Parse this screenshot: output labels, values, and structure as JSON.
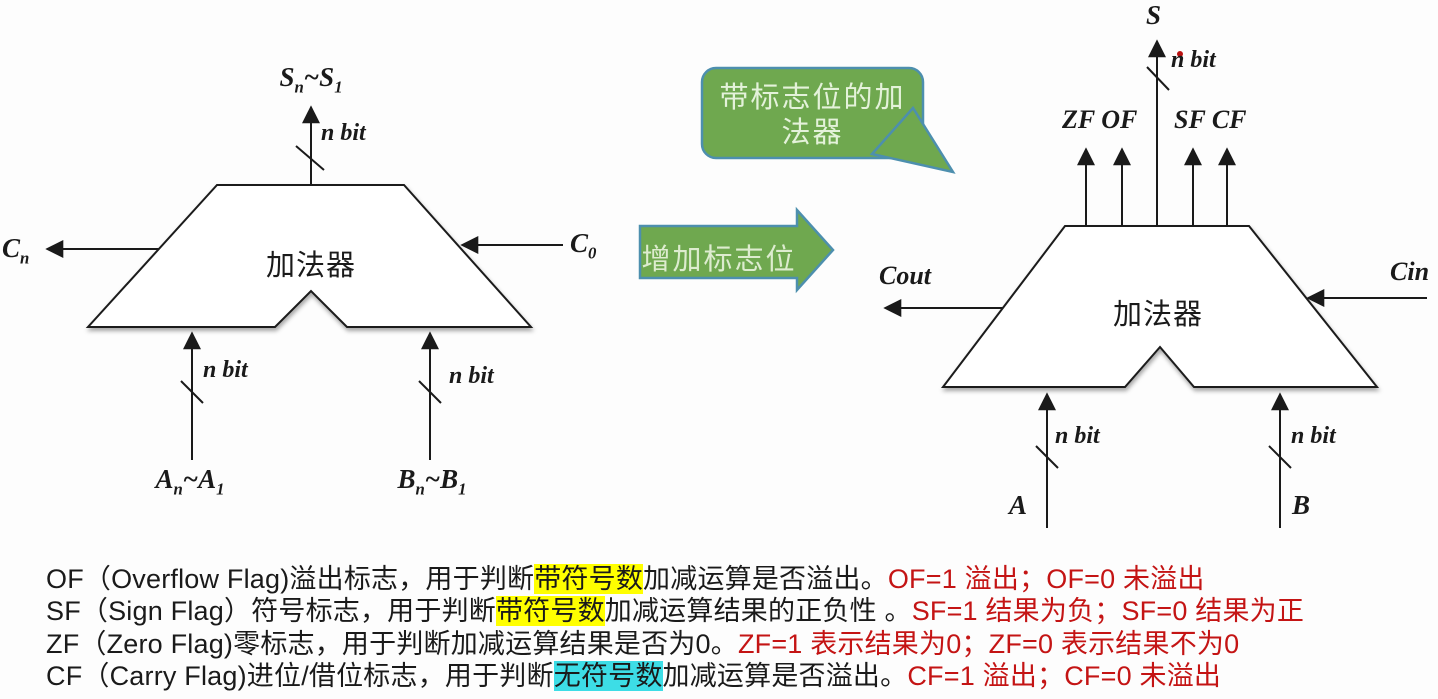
{
  "callout": {
    "line1": "带标志位的加",
    "line2": "法器"
  },
  "transform_arrow": {
    "label": "增加标志位"
  },
  "left_adder": {
    "name": "加法器",
    "sum_label": {
      "b1": "S",
      "s1": "n",
      "b2": "~S",
      "s2": "1"
    },
    "carry_out": {
      "b1": "C",
      "s1": "n"
    },
    "carry_in": {
      "b1": "C",
      "s1": "0"
    },
    "input_a": {
      "b1": "A",
      "s1": "n",
      "b2": "~A",
      "s2": "1"
    },
    "input_b": {
      "b1": "B",
      "s1": "n",
      "b2": "~B",
      "s2": "1"
    },
    "bus_width_top": "n bit",
    "bus_width_a": "n bit",
    "bus_width_b": "n bit"
  },
  "right_adder": {
    "name": "加法器",
    "sum_label": "S",
    "flags_left": "ZF OF",
    "flags_right": "SF CF",
    "carry_out": "Cout",
    "carry_in": "Cin",
    "input_a": "A",
    "input_b": "B",
    "bus_width_top": "n bit",
    "bus_width_a": "n bit",
    "bus_width_b": "n bit"
  },
  "notes": {
    "lines": [
      {
        "flag": "OF",
        "segments": [
          {
            "text": "OF（Overflow Flag)溢出标志，用于判断",
            "style": "plain"
          },
          {
            "text": "带符号数",
            "style": "highlight-yellow"
          },
          {
            "text": "加减运算是否溢出。",
            "style": "plain"
          },
          {
            "text": "OF=1 溢出；OF=0 未溢出",
            "style": "red"
          }
        ]
      },
      {
        "flag": "SF",
        "segments": [
          {
            "text": "SF（Sign Flag）符号标志，用于判断",
            "style": "plain"
          },
          {
            "text": "带符号数",
            "style": "highlight-yellow"
          },
          {
            "text": "加减运算结果的正负性 。",
            "style": "plain"
          },
          {
            "text": "SF=1 结果为负；SF=0 结果为正",
            "style": "red"
          }
        ]
      },
      {
        "flag": "ZF",
        "segments": [
          {
            "text": "ZF（Zero Flag)零标志，用于判断加减运算结果是否为0。",
            "style": "plain"
          },
          {
            "text": "ZF=1 表示结果为0；ZF=0 表示结果不为0",
            "style": "red"
          }
        ]
      },
      {
        "flag": "CF",
        "segments": [
          {
            "text": "CF（Carry Flag)进位/借位标志，用于判断",
            "style": "plain"
          },
          {
            "text": "无符号数",
            "style": "highlight-cyan"
          },
          {
            "text": "加减运算是否溢出。",
            "style": "plain"
          },
          {
            "text": "CF=1 溢出；CF=0 未溢出",
            "style": "red"
          }
        ]
      }
    ]
  },
  "colors": {
    "shape_green": "#6fa84f",
    "shape_border": "#4d8fae",
    "bubble_text": "#e4f2da",
    "red_text": "#c41414",
    "highlight_yellow": "#ffff00",
    "highlight_cyan": "#3ddde6",
    "line_color": "#1a1a1a"
  }
}
